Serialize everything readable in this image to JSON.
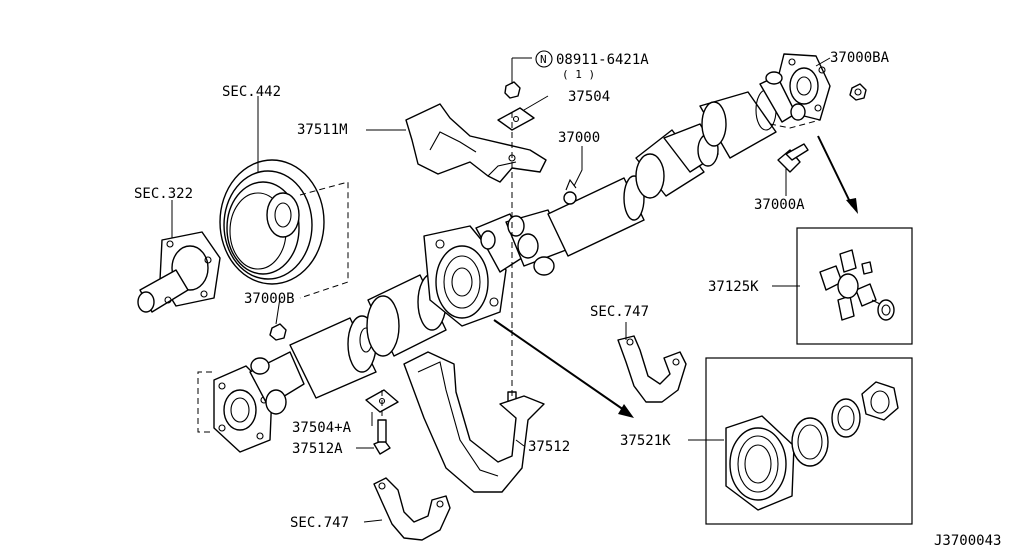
{
  "labels": {
    "sec442": "SEC.442",
    "sec322": "SEC.322",
    "p37511M": "37511M",
    "p08911": "08911-6421A",
    "p08911_qty": "( 1 )",
    "p08911_prefix": "N",
    "p37504": "37504",
    "p37000": "37000",
    "p37000BA": "37000BA",
    "p37000A": "37000A",
    "p37000B": "37000B",
    "p37125K": "37125K",
    "sec747_right": "SEC.747",
    "p37521K": "37521K",
    "p37504A": "37504+A",
    "p37512A": "37512A",
    "p37512": "37512",
    "sec747_bottom": "SEC.747",
    "drawing_id": "J3700043"
  }
}
